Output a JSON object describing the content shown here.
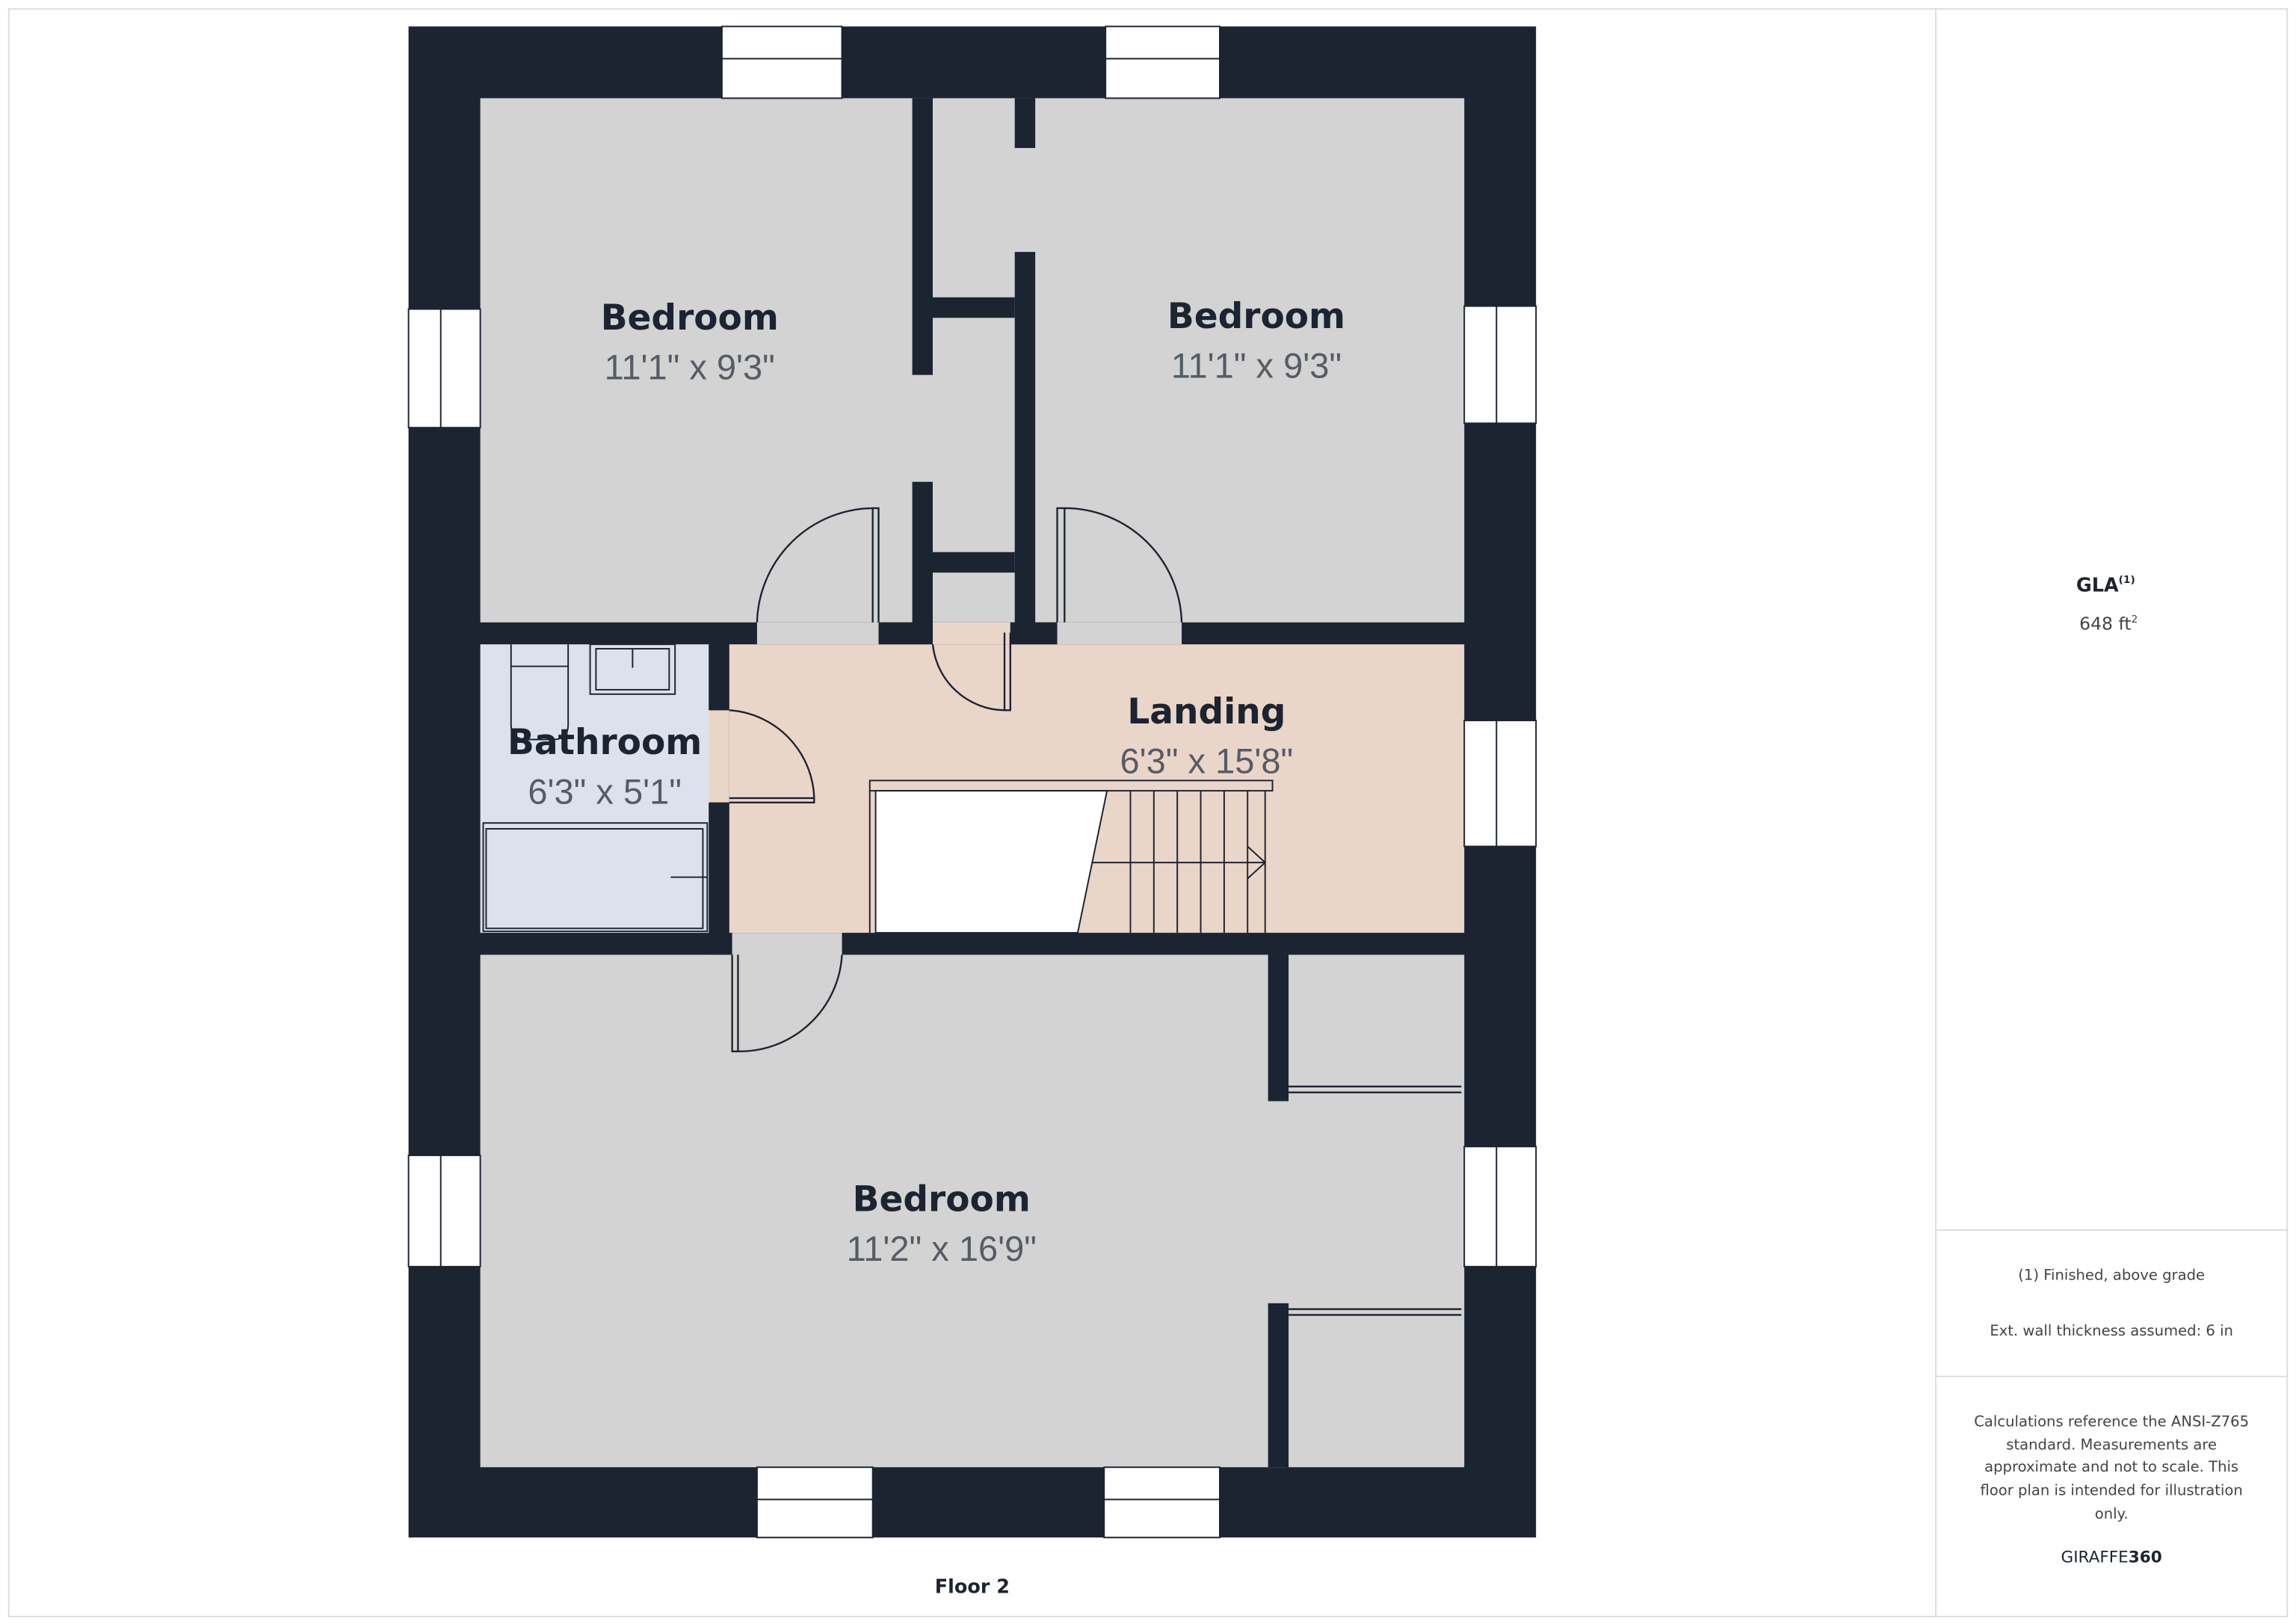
{
  "floor_label": "Floor 2",
  "rooms": [
    {
      "name": "Bedroom",
      "dims": "11'1\" x 9'3\""
    },
    {
      "name": "Bedroom",
      "dims": "11'1\" x 9'3\""
    },
    {
      "name": "Bathroom",
      "dims": "6'3\" x 5'1\""
    },
    {
      "name": "Landing",
      "dims": "6'3\" x 15'8\""
    },
    {
      "name": "Bedroom",
      "dims": "11'2\" x 16'9\""
    }
  ],
  "panel": {
    "gla_label": "GLA",
    "gla_sup": "(1)",
    "gla_value": "648 ft",
    "gla_unit_sup": "2",
    "footnote_1": "(1) Finished, above grade",
    "footnote_2": "Ext. wall thickness assumed: 6 in",
    "disclaimer_lines": [
      "Calculations reference the ANSI-Z765",
      "standard. Measurements are",
      "approximate and not to scale. This",
      "floor plan is intended for illustration",
      "only."
    ],
    "brand_a": "GIRAFFE",
    "brand_b": "360"
  },
  "colors": {
    "wall": "#1c2331",
    "bedroom": "#d3d3d3",
    "bathroom": "#dde1ec",
    "landing": "#ead5c9"
  }
}
